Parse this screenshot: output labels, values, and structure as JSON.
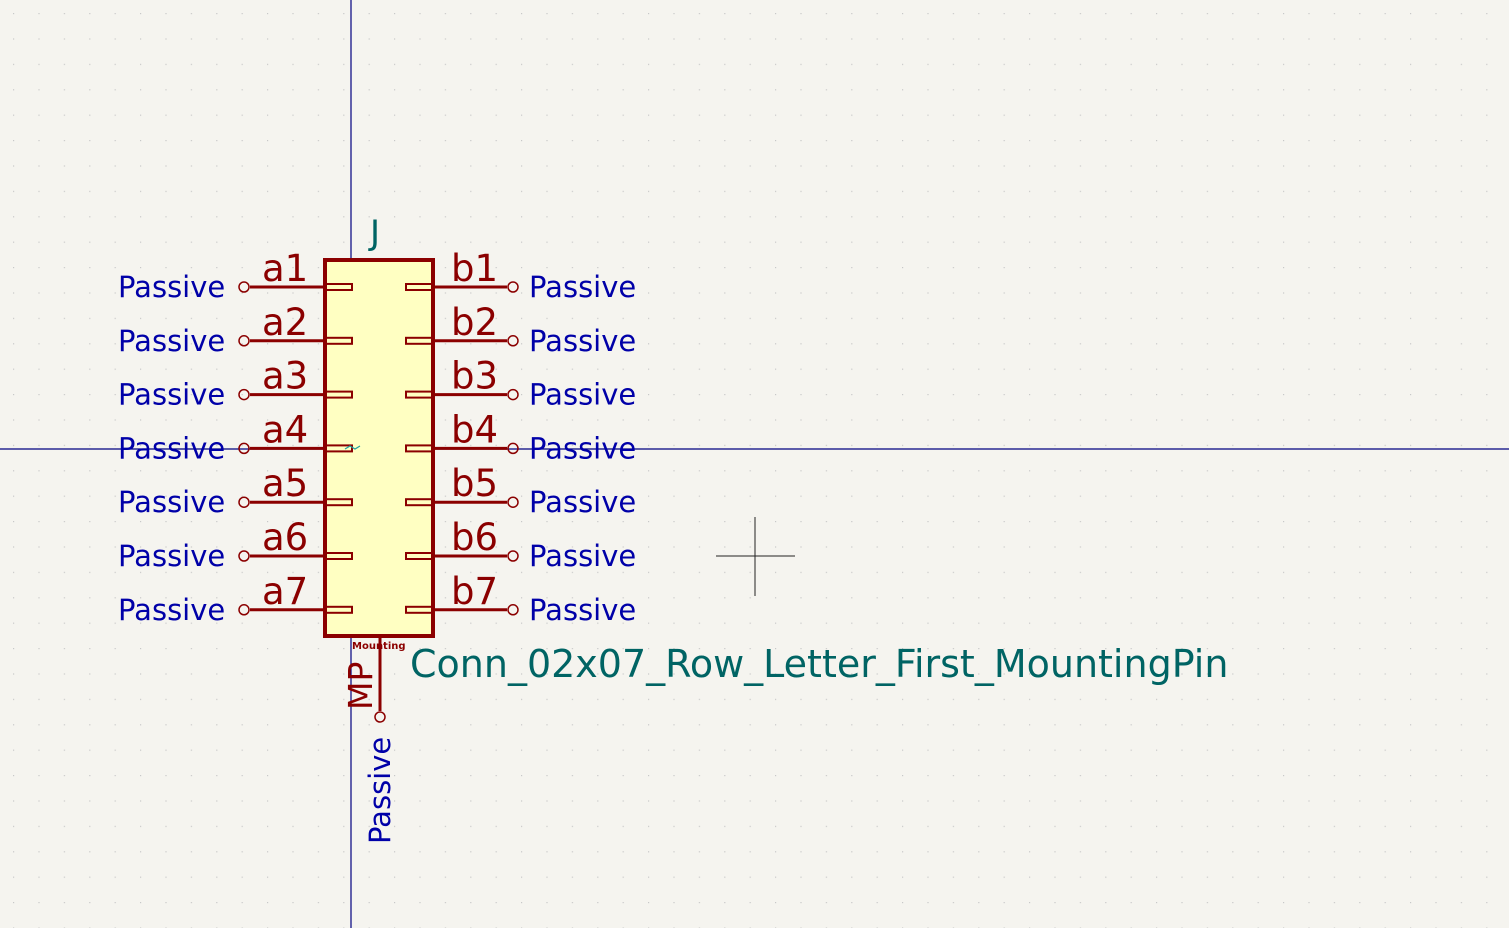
{
  "symbol": {
    "reference": "J",
    "value": "Conn_02x07_Row_Letter_First_MountingPin",
    "body_fill": "#ffffc2",
    "body_stroke": "#8b0000"
  },
  "pins_left": [
    {
      "number": "a1",
      "type": "Passive"
    },
    {
      "number": "a2",
      "type": "Passive"
    },
    {
      "number": "a3",
      "type": "Passive"
    },
    {
      "number": "a4",
      "type": "Passive"
    },
    {
      "number": "a5",
      "type": "Passive"
    },
    {
      "number": "a6",
      "type": "Passive"
    },
    {
      "number": "a7",
      "type": "Passive"
    }
  ],
  "pins_right": [
    {
      "number": "b1",
      "type": "Passive"
    },
    {
      "number": "b2",
      "type": "Passive"
    },
    {
      "number": "b3",
      "type": "Passive"
    },
    {
      "number": "b4",
      "type": "Passive"
    },
    {
      "number": "b5",
      "type": "Passive"
    },
    {
      "number": "b6",
      "type": "Passive"
    },
    {
      "number": "b7",
      "type": "Passive"
    }
  ],
  "mounting_pin": {
    "number": "MP",
    "type": "Passive",
    "label": "Mounting"
  },
  "colors": {
    "background": "#f5f4ef",
    "grid_dot": "#c8c8c8",
    "axis": "#000080",
    "pin_type_text": "#0000a8",
    "pin": "#8b0000",
    "ref_value_text": "#006464"
  }
}
